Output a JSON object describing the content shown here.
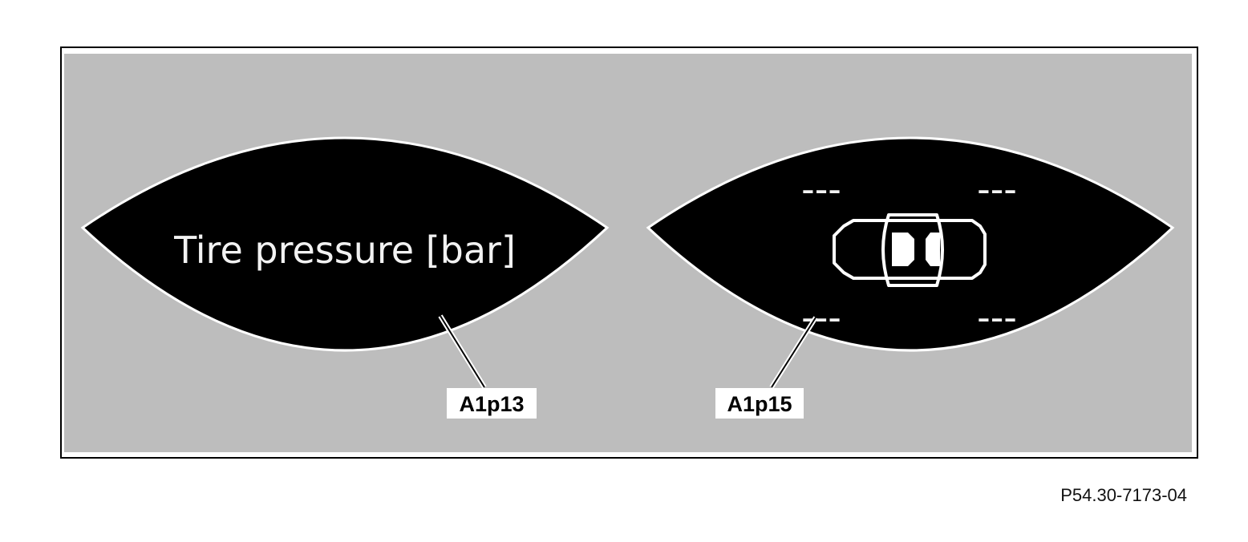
{
  "left_display": {
    "text": "Tire pressure [bar]",
    "callout_label": "A1p13"
  },
  "right_display": {
    "callout_label": "A1p15",
    "tire_values": [
      "---",
      "---",
      "---",
      "---"
    ]
  },
  "figure_reference": "P54.30-7173-04",
  "colors": {
    "panel_background": "#bdbdbd",
    "display_background": "#000000",
    "display_rim": "#ffffff",
    "display_foreground": "#f2f2f2",
    "frame": "#000000"
  },
  "icons": [
    "car-top-view-icon"
  ]
}
